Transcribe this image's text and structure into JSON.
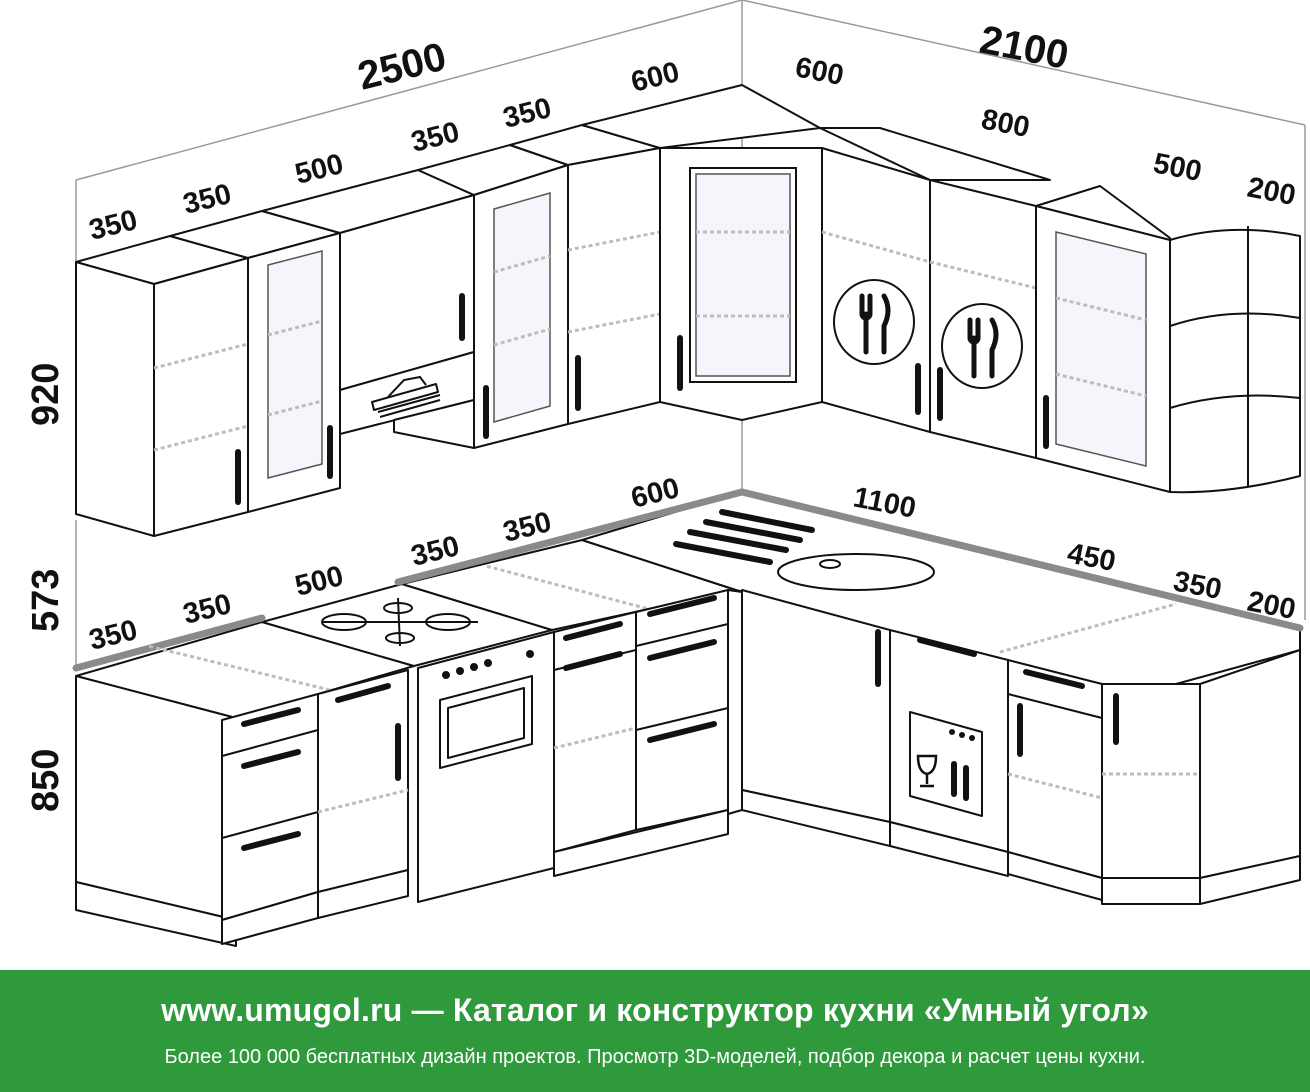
{
  "diagram": {
    "total_dimensions": {
      "left_wall": "2500",
      "right_wall": "2100"
    },
    "heights": {
      "upper": "920",
      "gap": "573",
      "lower": "850"
    },
    "upper_left_modules": [
      "350",
      "350",
      "500",
      "350",
      "350",
      "600"
    ],
    "upper_right_modules": [
      "600",
      "800",
      "500",
      "200"
    ],
    "lower_left_modules": [
      "350",
      "350",
      "500",
      "350",
      "350",
      "600"
    ],
    "lower_right_modules": [
      "1100",
      "450",
      "350",
      "200"
    ],
    "icons": [
      "fork-knife-icon",
      "fork-knife-icon",
      "dishwasher-icon",
      "hob-burners-icon",
      "oven-icon",
      "range-hood-icon",
      "sink-icon"
    ]
  },
  "banner": {
    "title": "www.umugol.ru — Каталог и конструктор кухни «Умный угол»",
    "subtitle": "Более 100 000 бесплатных дизайн проектов. Просмотр 3D-моделей, подбор декора и расчет цены кухни."
  },
  "colors": {
    "banner_bg": "#2e9a3c",
    "banner_text": "#ffffff",
    "edge": "#8a8a8a"
  }
}
